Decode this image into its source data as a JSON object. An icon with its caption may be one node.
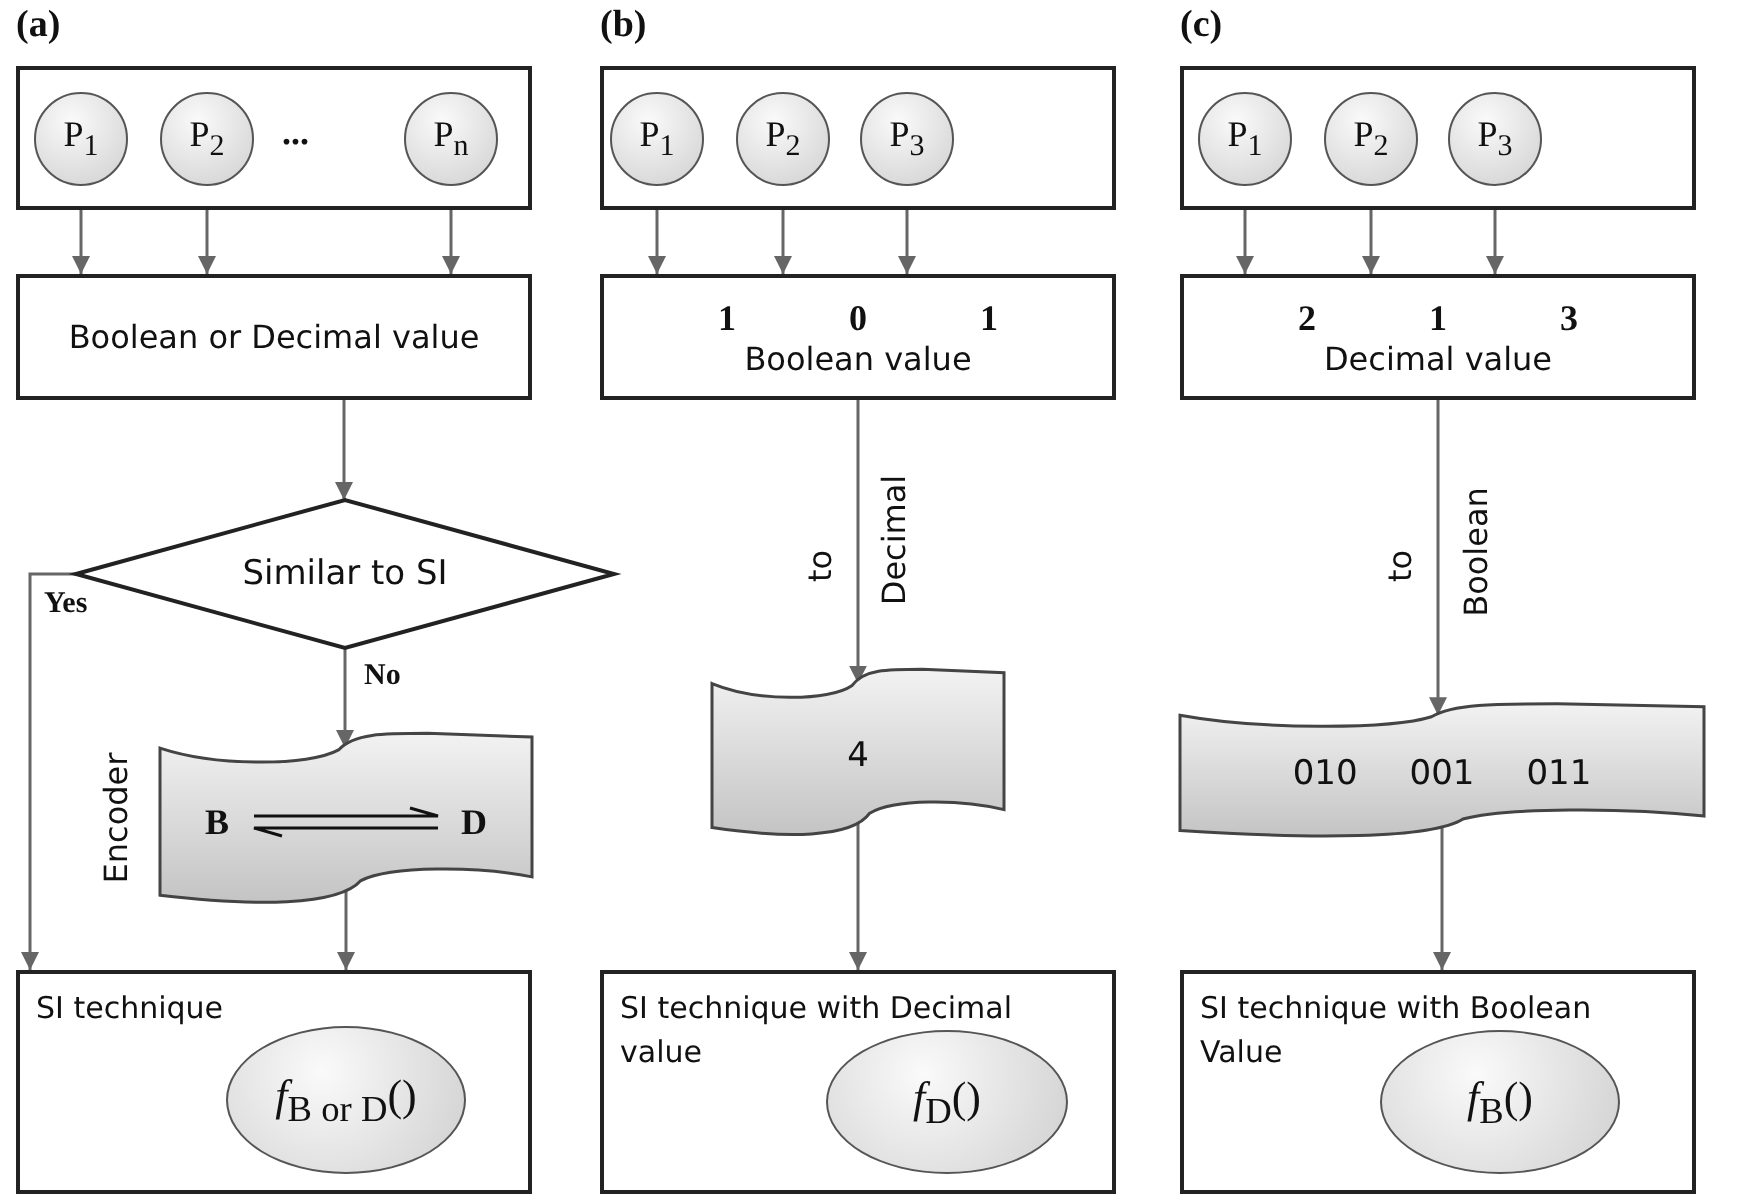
{
  "diagram": {
    "nodes": [
      {
        "text": [],
        "shape": "box"
      },
      {
        "text": [
          "P$_{1}$"
        ],
        "in": 0
      },
      {
        "text": [
          "P$_{2}$"
        ],
        "in": 0
      },
      {
        "text": [
          "P$_{n}$"
        ],
        "in": 0
      },
      {
        "text": [
          "Boolean or Decimal value"
        ]
      },
      {
        "text": [
          "Similar to SI"
        ]
      },
      {
        "text": [
          "B",
          "D"
        ],
        "beside": [
          "Encoder"
        ]
      },
      {
        "text": [
          "SI technique"
        ]
      },
      {
        "text": [
          "*f*$_{B or D}$()"
        ],
        "in": 7
      },
      {
        "text": [],
        "shape": "box"
      },
      {
        "text": [
          "P$_{1}$"
        ],
        "in": 9
      },
      {
        "text": [
          "P$_{2}$"
        ],
        "in": 9
      },
      {
        "text": [
          "P$_{3}$"
        ],
        "in": 9
      },
      {
        "text": [
          "1",
          "0",
          "1",
          "Boolean value"
        ]
      },
      {
        "text": [
          "4"
        ]
      },
      {
        "text": [
          "SI technique with Decimal value"
        ]
      },
      {
        "text": [
          "*f*$_{D}$()"
        ],
        "in": 15
      },
      {
        "text": [],
        "shape": "box"
      },
      {
        "text": [
          "P$_{1}$"
        ],
        "in": 17
      },
      {
        "text": [
          "P$_{2}$"
        ],
        "in": 17
      },
      {
        "text": [
          "P$_{3}$"
        ],
        "in": 17
      },
      {
        "text": [
          "2",
          "1",
          "3",
          "Decimal value"
        ]
      },
      {
        "text": [
          "010",
          "001",
          "011"
        ]
      },
      {
        "text": [
          "SI technique with Boolean Value"
        ]
      },
      {
        "text": [
          "*f*$_{B}$()"
        ],
        "in": 23
      }
    ],
    "edges": [
      {
        "from": 1,
        "to": 4,
        "arrow": "to"
      },
      {
        "from": 2,
        "to": 4,
        "arrow": "to"
      },
      {
        "from": 3,
        "to": 4,
        "arrow": "to"
      },
      {
        "from": 4,
        "to": 5,
        "arrow": "to"
      },
      {
        "from": 5,
        "to": 7,
        "arrow": "to",
        "label": "Yes"
      },
      {
        "from": 5,
        "to": 6,
        "arrow": "to",
        "label": "No"
      },
      {
        "from": 6,
        "to": 7,
        "arrow": "to"
      },
      {
        "from": 10,
        "to": 13,
        "arrow": "to"
      },
      {
        "from": 11,
        "to": 13,
        "arrow": "to"
      },
      {
        "from": 12,
        "to": 13,
        "arrow": "to"
      },
      {
        "from": 13,
        "to": 14,
        "arrow": "to"
      },
      {
        "from": 14,
        "to": 15,
        "arrow": "to"
      },
      {
        "from": 18,
        "to": 21,
        "arrow": "to"
      },
      {
        "from": 19,
        "to": 21,
        "arrow": "to"
      },
      {
        "from": 20,
        "to": 21,
        "arrow": "to"
      },
      {
        "from": 21,
        "to": 22,
        "arrow": "to"
      },
      {
        "from": 22,
        "to": 23,
        "arrow": "to"
      }
    ],
    "labels": [
      "(a)",
      "...",
      "(b)",
      "to",
      "Decimal",
      "(c)",
      "to",
      "Boolean"
    ]
  }
}
